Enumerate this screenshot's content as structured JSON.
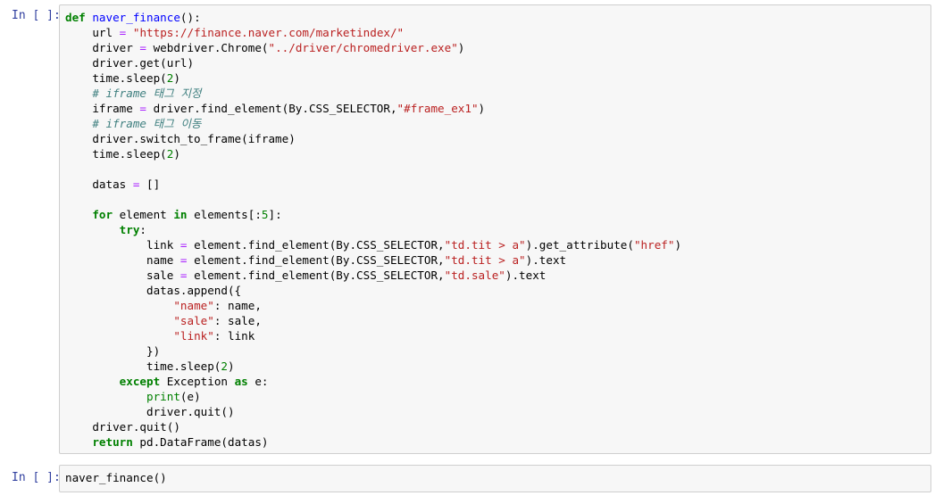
{
  "cells": [
    {
      "prompt": "In [ ]:",
      "lines": [
        [
          {
            "c": "kw",
            "t": "def"
          },
          {
            "c": "",
            "t": " "
          },
          {
            "c": "def",
            "t": "naver_finance"
          },
          {
            "c": "",
            "t": "():"
          }
        ],
        [
          {
            "c": "",
            "t": "    url "
          },
          {
            "c": "op",
            "t": "="
          },
          {
            "c": "",
            "t": " "
          },
          {
            "c": "str",
            "t": "\"https://finance.naver.com/marketindex/\""
          }
        ],
        [
          {
            "c": "",
            "t": "    driver "
          },
          {
            "c": "op",
            "t": "="
          },
          {
            "c": "",
            "t": " webdriver.Chrome("
          },
          {
            "c": "str",
            "t": "\"../driver/chromedriver.exe\""
          },
          {
            "c": "",
            "t": ")"
          }
        ],
        [
          {
            "c": "",
            "t": "    driver.get(url)"
          }
        ],
        [
          {
            "c": "",
            "t": "    time.sleep("
          },
          {
            "c": "num",
            "t": "2"
          },
          {
            "c": "",
            "t": ")"
          }
        ],
        [
          {
            "c": "",
            "t": "    "
          },
          {
            "c": "cmt",
            "t": "# iframe 태그 지정"
          }
        ],
        [
          {
            "c": "",
            "t": "    iframe "
          },
          {
            "c": "op",
            "t": "="
          },
          {
            "c": "",
            "t": " driver.find_element(By.CSS_SELECTOR,"
          },
          {
            "c": "str",
            "t": "\"#frame_ex1\""
          },
          {
            "c": "",
            "t": ")"
          }
        ],
        [
          {
            "c": "",
            "t": "    "
          },
          {
            "c": "cmt",
            "t": "# iframe 태그 이동"
          }
        ],
        [
          {
            "c": "",
            "t": "    driver.switch_to_frame(iframe)"
          }
        ],
        [
          {
            "c": "",
            "t": "    time.sleep("
          },
          {
            "c": "num",
            "t": "2"
          },
          {
            "c": "",
            "t": ")"
          }
        ],
        [
          {
            "c": "",
            "t": ""
          }
        ],
        [
          {
            "c": "",
            "t": "    datas "
          },
          {
            "c": "op",
            "t": "="
          },
          {
            "c": "",
            "t": " []"
          }
        ],
        [
          {
            "c": "",
            "t": ""
          }
        ],
        [
          {
            "c": "",
            "t": "    "
          },
          {
            "c": "kw",
            "t": "for"
          },
          {
            "c": "",
            "t": " element "
          },
          {
            "c": "kw",
            "t": "in"
          },
          {
            "c": "",
            "t": " elements[:"
          },
          {
            "c": "num",
            "t": "5"
          },
          {
            "c": "",
            "t": "]:"
          }
        ],
        [
          {
            "c": "",
            "t": "        "
          },
          {
            "c": "kw",
            "t": "try"
          },
          {
            "c": "",
            "t": ":"
          }
        ],
        [
          {
            "c": "",
            "t": "            link "
          },
          {
            "c": "op",
            "t": "="
          },
          {
            "c": "",
            "t": " element.find_element(By.CSS_SELECTOR,"
          },
          {
            "c": "str",
            "t": "\"td.tit > a\""
          },
          {
            "c": "",
            "t": ").get_attribute("
          },
          {
            "c": "str",
            "t": "\"href\""
          },
          {
            "c": "",
            "t": ")"
          }
        ],
        [
          {
            "c": "",
            "t": "            name "
          },
          {
            "c": "op",
            "t": "="
          },
          {
            "c": "",
            "t": " element.find_element(By.CSS_SELECTOR,"
          },
          {
            "c": "str",
            "t": "\"td.tit > a\""
          },
          {
            "c": "",
            "t": ").text"
          }
        ],
        [
          {
            "c": "",
            "t": "            sale "
          },
          {
            "c": "op",
            "t": "="
          },
          {
            "c": "",
            "t": " element.find_element(By.CSS_SELECTOR,"
          },
          {
            "c": "str",
            "t": "\"td.sale\""
          },
          {
            "c": "",
            "t": ").text"
          }
        ],
        [
          {
            "c": "",
            "t": "            datas.append({"
          }
        ],
        [
          {
            "c": "",
            "t": "                "
          },
          {
            "c": "str",
            "t": "\"name\""
          },
          {
            "c": "",
            "t": ": name,"
          }
        ],
        [
          {
            "c": "",
            "t": "                "
          },
          {
            "c": "str",
            "t": "\"sale\""
          },
          {
            "c": "",
            "t": ": sale,"
          }
        ],
        [
          {
            "c": "",
            "t": "                "
          },
          {
            "c": "str",
            "t": "\"link\""
          },
          {
            "c": "",
            "t": ": link"
          }
        ],
        [
          {
            "c": "",
            "t": "            })"
          }
        ],
        [
          {
            "c": "",
            "t": "            time.sleep("
          },
          {
            "c": "num",
            "t": "2"
          },
          {
            "c": "",
            "t": ")"
          }
        ],
        [
          {
            "c": "",
            "t": "        "
          },
          {
            "c": "kw",
            "t": "except"
          },
          {
            "c": "",
            "t": " Exception "
          },
          {
            "c": "kw",
            "t": "as"
          },
          {
            "c": "",
            "t": " e:"
          }
        ],
        [
          {
            "c": "",
            "t": "            "
          },
          {
            "c": "bi",
            "t": "print"
          },
          {
            "c": "",
            "t": "(e)"
          }
        ],
        [
          {
            "c": "",
            "t": "            driver.quit()"
          }
        ],
        [
          {
            "c": "",
            "t": "    driver.quit()"
          }
        ],
        [
          {
            "c": "",
            "t": "    "
          },
          {
            "c": "kw",
            "t": "return"
          },
          {
            "c": "",
            "t": " pd.DataFrame(datas)"
          }
        ]
      ]
    },
    {
      "prompt": "In [ ]:",
      "lines": [
        [
          {
            "c": "",
            "t": "naver_finance()"
          }
        ]
      ]
    }
  ],
  "colors": {
    "prompt": "#303f9f",
    "cell_background": "#f7f7f7",
    "cell_border": "#cfcfcf",
    "keyword": "#008000",
    "function_name": "#0000ff",
    "string": "#ba2121",
    "operator": "#aa22ff",
    "comment": "#408080"
  }
}
